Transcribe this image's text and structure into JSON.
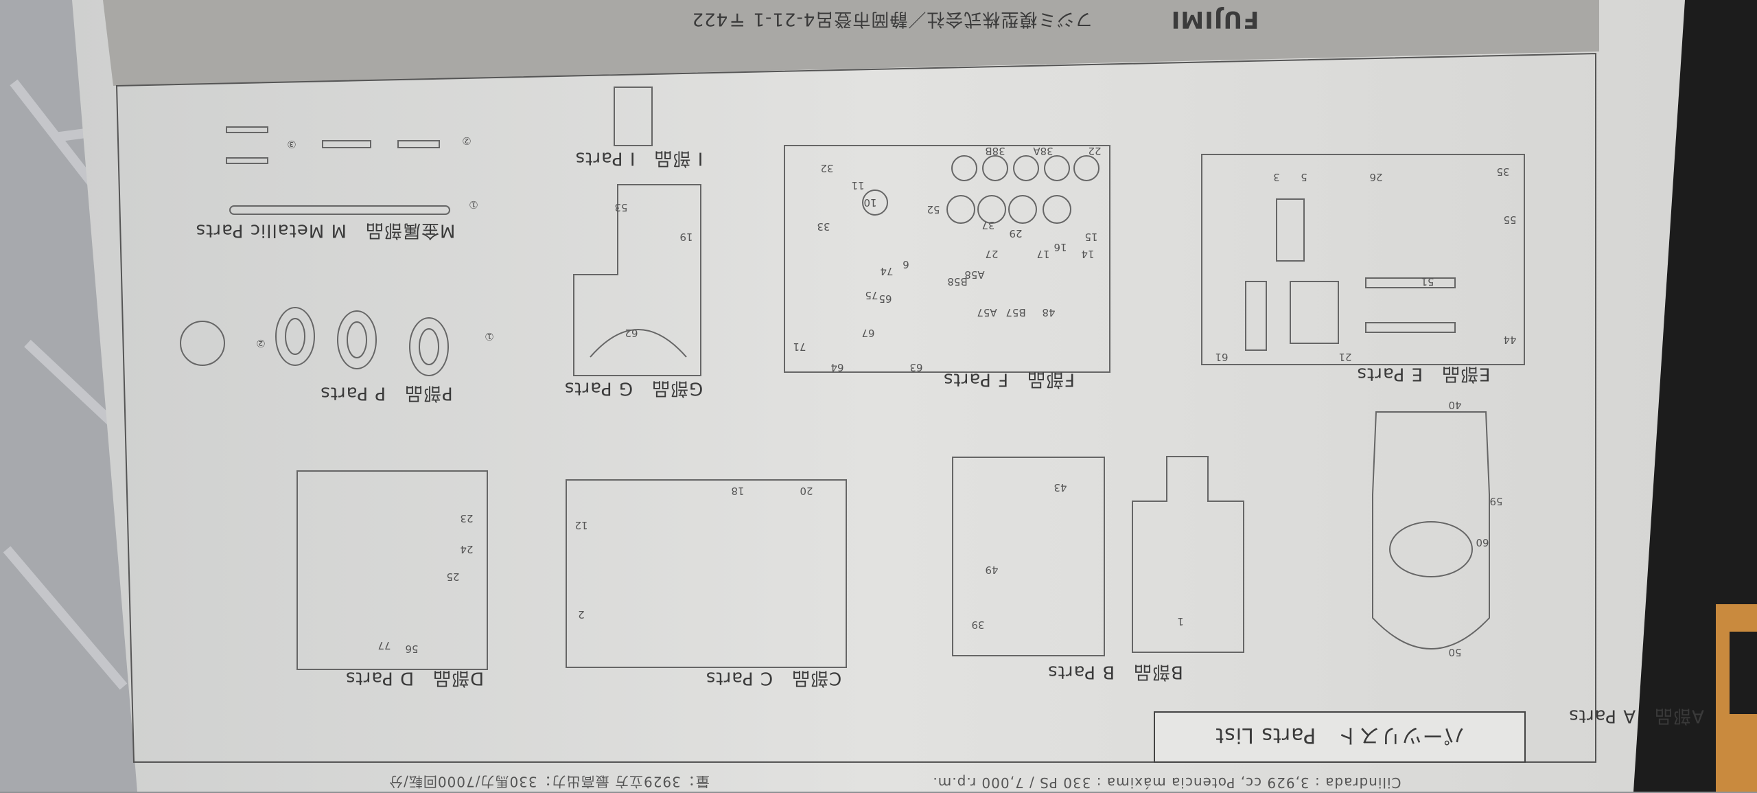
{
  "sheet": {
    "header_company": "フジミ模型株式会社／静岡市登呂4-21-1 〒422",
    "header_logo": "FUJIMI",
    "title": "パーツリスト　Parts List",
    "spec_es": "Cilindrada : 3,929 cc, Potencia máxima : 330 PS / 7,000 r.p.m.",
    "spec_jp": "量：3929立方 最高出力：330馬力/7000回転/分",
    "sections": [
      {
        "id": "A",
        "label": "A部品　A Parts"
      },
      {
        "id": "B",
        "label": "B部品　B Parts"
      },
      {
        "id": "C",
        "label": "C部品　C Parts"
      },
      {
        "id": "D",
        "label": "D部品　D Parts"
      },
      {
        "id": "E",
        "label": "E部品　E Parts"
      },
      {
        "id": "F",
        "label": "F部品　F Parts"
      },
      {
        "id": "G",
        "label": "G部品　G Parts"
      },
      {
        "id": "P",
        "label": "P部品　P Parts"
      },
      {
        "id": "I",
        "label": "I 部品　I Parts"
      },
      {
        "id": "M",
        "label": "M金属部品　M Metallic Parts"
      }
    ],
    "part_numbers": {
      "a": [
        "40",
        "59",
        "60",
        "50"
      ],
      "b": [
        "43",
        "49",
        "39",
        "1"
      ],
      "c": [
        "20",
        "18",
        "12",
        "2"
      ],
      "d": [
        "23",
        "24",
        "25",
        "56",
        "77"
      ],
      "e": [
        "35",
        "26",
        "5",
        "3",
        "55",
        "51",
        "44",
        "21",
        "61"
      ],
      "f": [
        "22",
        "38A",
        "38B",
        "52",
        "10",
        "11",
        "32",
        "33",
        "37",
        "15",
        "14",
        "16",
        "17",
        "29",
        "27",
        "A58",
        "B58",
        "A57",
        "B57",
        "48",
        "6",
        "74",
        "75",
        "65",
        "67",
        "71",
        "64",
        "63"
      ],
      "g": [
        "19",
        "53",
        "62"
      ],
      "p": [
        "①",
        "②"
      ],
      "m": [
        "①",
        "②",
        "③"
      ]
    }
  }
}
